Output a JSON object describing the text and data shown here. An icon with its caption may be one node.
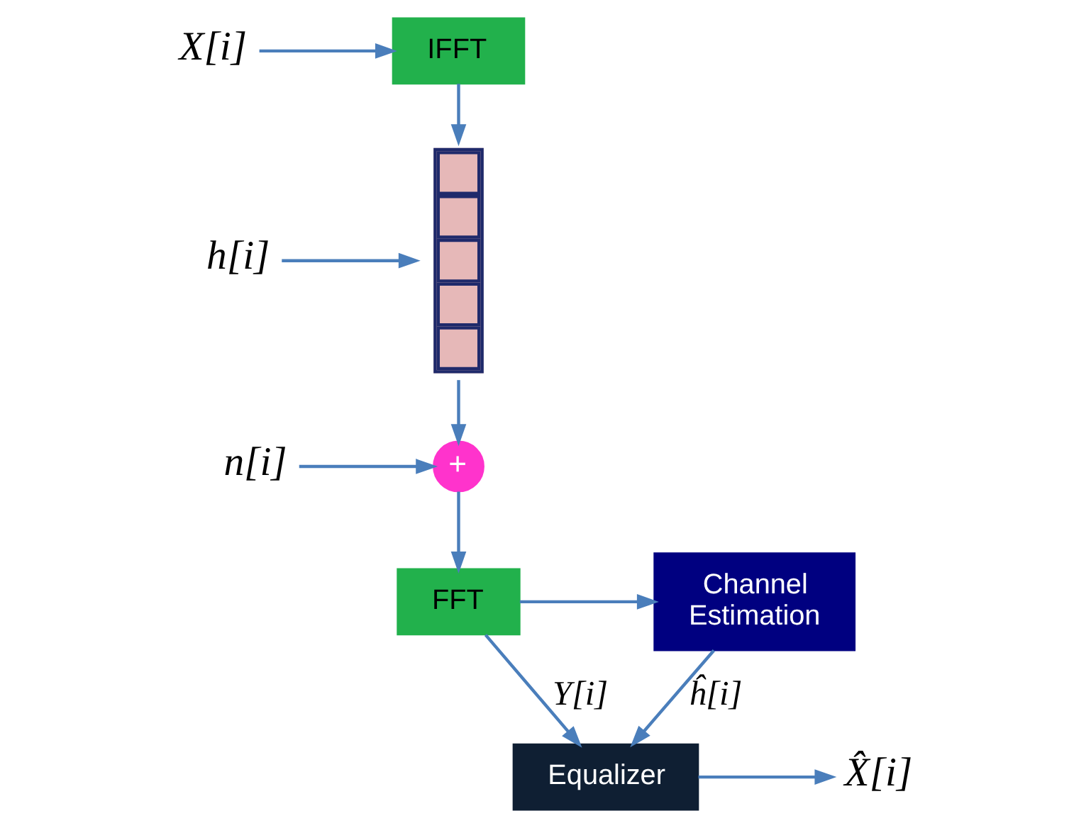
{
  "diagram": {
    "nodes": [
      {
        "text": [
          "X[i]"
        ]
      },
      {
        "text": [
          "IFFT"
        ]
      },
      {
        "text": [
          "h[i]"
        ]
      },
      {
        "text": [],
        "shape": "box"
      },
      {
        "text": [
          "n[i]"
        ]
      },
      {
        "text": [
          "+"
        ]
      },
      {
        "text": [
          "FFT"
        ]
      },
      {
        "text": [
          "Equalizer"
        ]
      },
      {
        "text": [
          "X̂[i]"
        ]
      },
      {
        "text": [
          "Channel Estimation"
        ]
      }
    ],
    "edges": [
      {
        "from": 0,
        "to": 1,
        "arrow": "to"
      },
      {
        "from": 1,
        "to": 3,
        "arrow": "to"
      },
      {
        "from": 2,
        "to": 3,
        "arrow": "to"
      },
      {
        "from": 3,
        "to": 5,
        "arrow": "to"
      },
      {
        "from": 4,
        "to": 5,
        "arrow": "to"
      },
      {
        "from": 5,
        "to": 6,
        "arrow": "to"
      },
      {
        "from": 6,
        "to": 7,
        "arrow": "to",
        "label": "Y[i]"
      },
      {
        "from": 6,
        "to": 9,
        "arrow": "to"
      },
      {
        "from": 9,
        "to": 7,
        "arrow": "to",
        "label": "ĥ[i]"
      },
      {
        "from": 7,
        "to": 8,
        "arrow": "to"
      }
    ]
  }
}
